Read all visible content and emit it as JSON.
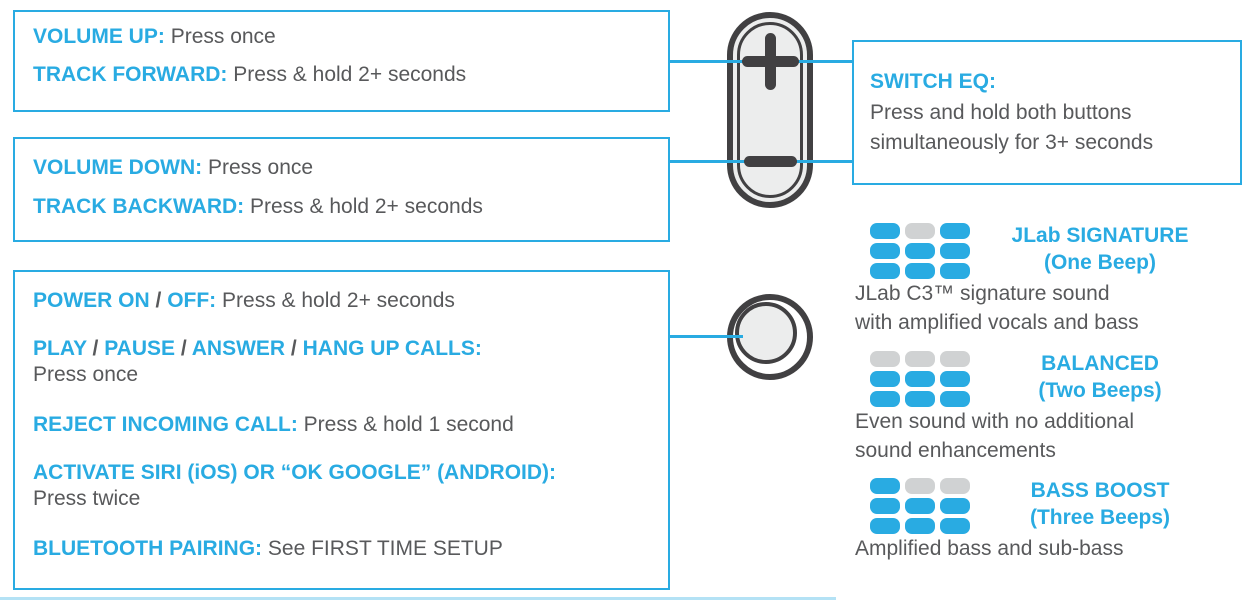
{
  "colors": {
    "accent": "#29ABE2",
    "text": "#58595B",
    "dark": "#414042",
    "pill_fill": "#ECEDED",
    "inactive": "#D0D2D3"
  },
  "sep": " / ",
  "box_volume_up": {
    "rows": [
      {
        "label": "VOLUME UP:",
        "body": "Press once"
      },
      {
        "label": "TRACK FORWARD:",
        "body": "Press & hold 2+ seconds"
      }
    ]
  },
  "box_volume_down": {
    "rows": [
      {
        "label": "VOLUME DOWN:",
        "body": "Press once"
      },
      {
        "label": "TRACK BACKWARD:",
        "body": "Press & hold 2+ seconds"
      }
    ]
  },
  "box_multifunction": {
    "rows": [
      {
        "parts": [
          "POWER ON",
          "OFF:"
        ],
        "body": "Press & hold 2+ seconds"
      },
      {
        "parts": [
          "PLAY",
          "PAUSE",
          "ANSWER",
          "HANG UP CALLS:"
        ],
        "body": "Press once"
      },
      {
        "parts": [
          "REJECT INCOMING CALL:"
        ],
        "body": "Press & hold 1 second"
      },
      {
        "parts": [
          "ACTIVATE SIRI (iOS) OR “OK GOOGLE” (ANDROID):"
        ],
        "body": "Press twice"
      },
      {
        "parts": [
          "BLUETOOTH PAIRING:"
        ],
        "body": "See FIRST TIME SETUP"
      }
    ]
  },
  "switch_eq": {
    "label": "SWITCH EQ:",
    "line1": "Press and hold both buttons",
    "line2": "simultaneously for 3+ seconds"
  },
  "eq_modes": [
    {
      "name": "JLab SIGNATURE",
      "beeps": "(One Beep)",
      "desc1": "JLab C3™ signature sound",
      "desc2": "with amplified vocals and bass",
      "grid": [
        [
          "on",
          "off",
          "on"
        ],
        [
          "on",
          "on",
          "on"
        ],
        [
          "on",
          "on",
          "on"
        ]
      ]
    },
    {
      "name": "BALANCED",
      "beeps": "(Two Beeps)",
      "desc1": "Even sound with no additional",
      "desc2": "sound enhancements",
      "grid": [
        [
          "off",
          "off",
          "off"
        ],
        [
          "on",
          "on",
          "on"
        ],
        [
          "on",
          "on",
          "on"
        ]
      ]
    },
    {
      "name": "BASS BOOST",
      "beeps": "(Three Beeps)",
      "desc1": "Amplified bass and sub-bass",
      "desc2": "",
      "grid": [
        [
          "on",
          "off",
          "off"
        ],
        [
          "on",
          "on",
          "on"
        ],
        [
          "on",
          "on",
          "on"
        ]
      ]
    }
  ]
}
